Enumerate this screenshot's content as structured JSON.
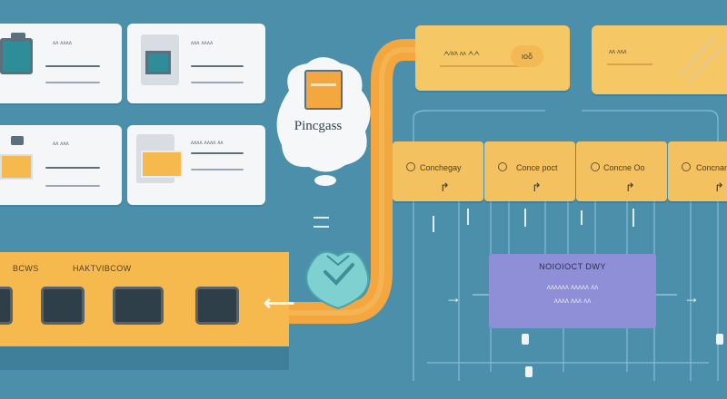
{
  "process": {
    "label": "Pincgass"
  },
  "top_notes": [
    {
      "text": "ᗅ⁄ᴧ⁄ᴧ ᴧᴧ ᗅᗅ"
    },
    {
      "text": "ιοδ"
    },
    {
      "text": "ᴧᴧ ᴧᴧᴧ"
    }
  ],
  "left_cards": [
    {
      "caption": "ᴧᴧ ᴧᴧᴧᴧ"
    },
    {
      "caption": "ᴧᴧᴧ ᴧᴧᴧᴧ"
    },
    {
      "caption": "ᴧᴧ ᴧᴧᴧ"
    },
    {
      "caption": "ᴧᴧᴧᴧ ᴧᴧᴧᴧ ᴧᴧ"
    }
  ],
  "categories": [
    {
      "label": "Conchegay"
    },
    {
      "label": "Conce poct"
    },
    {
      "label": "Concne Oo"
    },
    {
      "label": "Concnan"
    }
  ],
  "bottom_panel": {
    "labels": [
      "BCWS",
      "HAKTVIBCOW"
    ]
  },
  "info_box": {
    "title": "NOIOIOCT DWY",
    "lines": [
      "ᴧᴧᴧᴧᴧᴧ ᴧᴧᴧᴧᴧ ᴧᴧ",
      "ᴧᴧᴧᴧ ᴧᴧᴧ ᴧᴧ"
    ]
  },
  "colors": {
    "background": "#4b8fab",
    "pipe": "#f3a73e",
    "note": "#f6c765",
    "infobox": "#8e8fd6",
    "badge": "#7fd0d0"
  }
}
